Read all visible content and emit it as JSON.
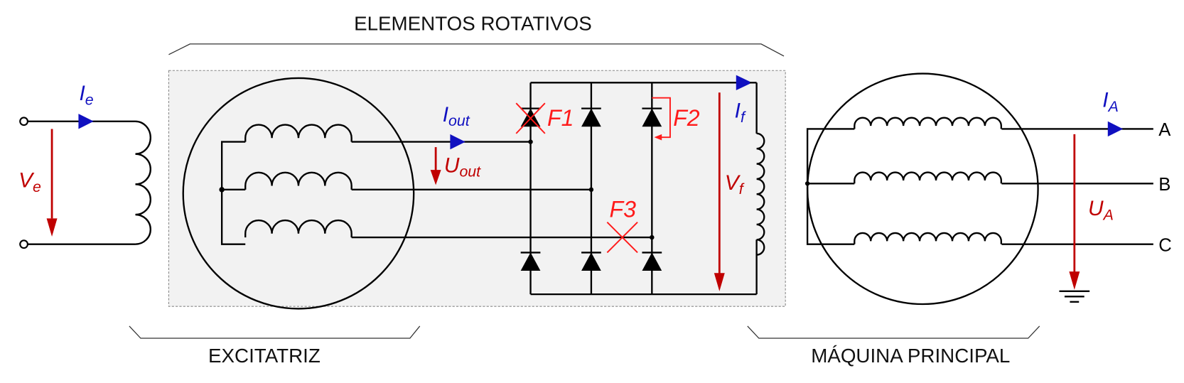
{
  "sections": {
    "rotating": "ELEMENTOS ROTATIVOS",
    "exciter": "EXCITATRIZ",
    "main_machine": "MÁQUINA PRINCIPAL"
  },
  "variables": {
    "Ie": {
      "main": "I",
      "sub": "e"
    },
    "Ve": {
      "main": "V",
      "sub": "e"
    },
    "Iout": {
      "main": "I",
      "sub": "out"
    },
    "Uout": {
      "main": "U",
      "sub": "out"
    },
    "If": {
      "main": "I",
      "sub": "f"
    },
    "Vf": {
      "main": "V",
      "sub": "f"
    },
    "IA": {
      "main": "I",
      "sub": "A"
    },
    "UA": {
      "main": "U",
      "sub": "A"
    }
  },
  "faults": {
    "F1": "F1",
    "F2": "F2",
    "F3": "F3"
  },
  "phases": [
    "A",
    "B",
    "C"
  ],
  "colors": {
    "current": "#1010c0",
    "voltage": "#c00000",
    "fault": "#ff1a1a",
    "rotating_bg": "#f2f2f2"
  }
}
